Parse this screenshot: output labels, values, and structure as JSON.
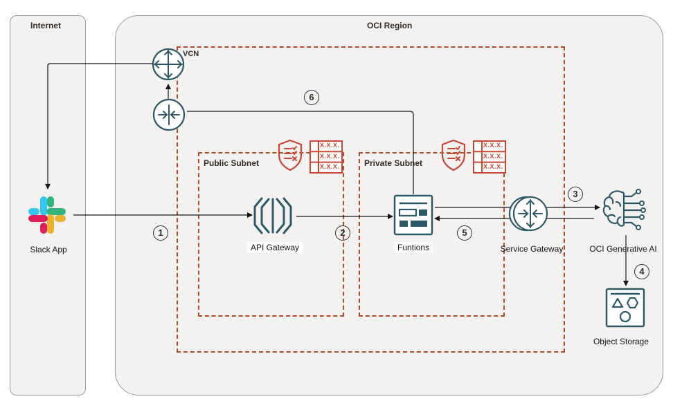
{
  "zones": {
    "internet": "Internet",
    "region": "OCI Region"
  },
  "boxes": {
    "vcn": "VCN",
    "public_subnet": "Public Subnet",
    "private_subnet": "Private Subnet"
  },
  "nodes": {
    "slack": "Slack App",
    "api_gateway": "API Gateway",
    "functions": "Funtions",
    "service_gateway": "Service Gateway",
    "generative_ai": "OCI Generative AI",
    "object_storage": "Object Storage"
  },
  "security_list_text": "X.X.X.",
  "steps": [
    "1",
    "2",
    "3",
    "4",
    "5",
    "6"
  ],
  "colors": {
    "oci_teal": "#2c5967",
    "oracle_orange": "#c74634",
    "dash_border": "#b04b25",
    "zone_fill": "#f3f2f0",
    "slack_blue": "#36c5f0",
    "slack_green": "#2eb67d",
    "slack_yellow": "#ecb22e",
    "slack_red": "#e01e5a"
  },
  "icons": [
    "router-icon",
    "internet-gateway-icon",
    "security-shield-icon",
    "security-list-table-icon",
    "slack-logo-icon",
    "api-gateway-icon",
    "functions-icon",
    "service-gateway-icon",
    "generative-ai-brain-icon",
    "object-storage-icon"
  ]
}
